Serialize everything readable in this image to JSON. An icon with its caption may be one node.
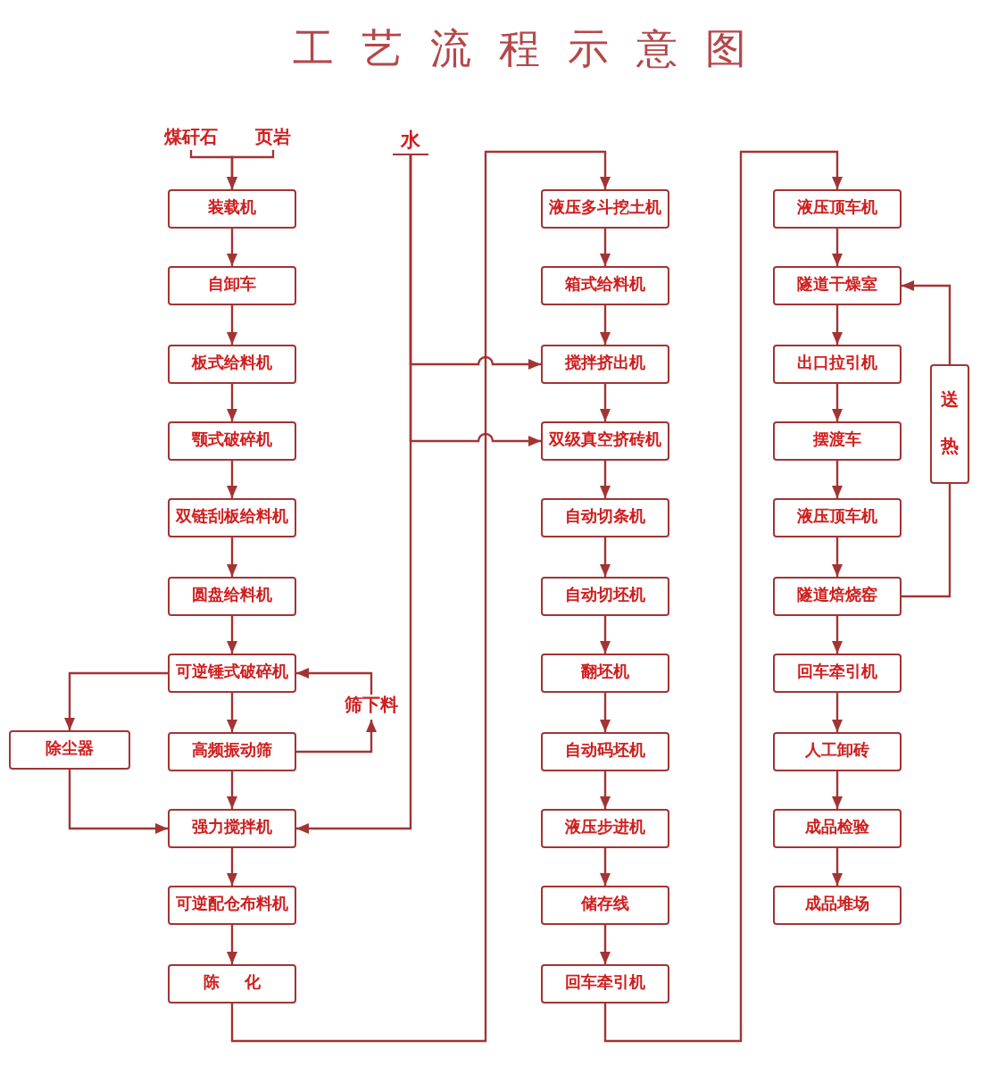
{
  "diagram": {
    "title": "工艺流程示意图",
    "nodes": [
      {
        "text": [
          "煤矸石"
        ]
      },
      {
        "text": [
          "页岩"
        ]
      },
      {
        "text": [
          "水"
        ]
      },
      {
        "text": [
          "装载机"
        ]
      },
      {
        "text": [
          "自卸车"
        ]
      },
      {
        "text": [
          "板式给料机"
        ]
      },
      {
        "text": [
          "颚式破碎机"
        ]
      },
      {
        "text": [
          "双链刮板给料机"
        ]
      },
      {
        "text": [
          "圆盘给料机"
        ]
      },
      {
        "text": [
          "可逆锤式破碎机"
        ]
      },
      {
        "text": [
          "高频振动筛"
        ]
      },
      {
        "text": [
          "强力搅拌机"
        ]
      },
      {
        "text": [
          "可逆配仓布料机"
        ]
      },
      {
        "text": [
          "陈化"
        ]
      },
      {
        "text": [
          "除尘器"
        ]
      },
      {
        "text": [
          "筛下料"
        ]
      },
      {
        "text": [
          "液压多斗挖土机"
        ]
      },
      {
        "text": [
          "箱式给料机"
        ]
      },
      {
        "text": [
          "搅拌挤出机"
        ]
      },
      {
        "text": [
          "双级真空挤砖机"
        ]
      },
      {
        "text": [
          "自动切条机"
        ]
      },
      {
        "text": [
          "自动切坯机"
        ]
      },
      {
        "text": [
          "翻坯机"
        ]
      },
      {
        "text": [
          "自动码坯机"
        ]
      },
      {
        "text": [
          "液压步进机"
        ]
      },
      {
        "text": [
          "储存线"
        ]
      },
      {
        "text": [
          "回车牵引机"
        ]
      },
      {
        "text": [
          "液压顶车机"
        ]
      },
      {
        "text": [
          "隧道干燥室"
        ]
      },
      {
        "text": [
          "出口拉引机"
        ]
      },
      {
        "text": [
          "摆渡车"
        ]
      },
      {
        "text": [
          "液压顶车机"
        ]
      },
      {
        "text": [
          "隧道焙烧窑"
        ]
      },
      {
        "text": [
          "回车牵引机"
        ]
      },
      {
        "text": [
          "人工卸砖"
        ]
      },
      {
        "text": [
          "成品检验"
        ]
      },
      {
        "text": [
          "成品堆场"
        ]
      },
      {
        "text": [
          "送热"
        ]
      }
    ],
    "edges": [
      {
        "from": 0,
        "to": 3,
        "arrow": "to"
      },
      {
        "from": 1,
        "to": 3,
        "arrow": "to"
      },
      {
        "from": 3,
        "to": 4,
        "arrow": "to"
      },
      {
        "from": 4,
        "to": 5,
        "arrow": "to"
      },
      {
        "from": 5,
        "to": 6,
        "arrow": "to"
      },
      {
        "from": 6,
        "to": 7,
        "arrow": "to"
      },
      {
        "from": 7,
        "to": 8,
        "arrow": "to"
      },
      {
        "from": 8,
        "to": 9,
        "arrow": "to"
      },
      {
        "from": 9,
        "to": 10,
        "arrow": "to"
      },
      {
        "from": 10,
        "to": 11,
        "arrow": "to"
      },
      {
        "from": 11,
        "to": 12,
        "arrow": "to"
      },
      {
        "from": 12,
        "to": 13,
        "arrow": "to"
      },
      {
        "from": 9,
        "to": 14,
        "arrow": "to"
      },
      {
        "from": 14,
        "to": 11,
        "arrow": "to"
      },
      {
        "from": 10,
        "to": 15,
        "arrow": "to"
      },
      {
        "from": 15,
        "to": 9,
        "arrow": "to"
      },
      {
        "from": 2,
        "to": 18,
        "arrow": "to"
      },
      {
        "from": 2,
        "to": 19,
        "arrow": "to"
      },
      {
        "from": 2,
        "to": 11,
        "arrow": "to"
      },
      {
        "from": 13,
        "to": 16,
        "arrow": "to"
      },
      {
        "from": 16,
        "to": 17,
        "arrow": "to"
      },
      {
        "from": 17,
        "to": 18,
        "arrow": "to"
      },
      {
        "from": 18,
        "to": 19,
        "arrow": "to"
      },
      {
        "from": 19,
        "to": 20,
        "arrow": "to"
      },
      {
        "from": 20,
        "to": 21,
        "arrow": "to"
      },
      {
        "from": 21,
        "to": 22,
        "arrow": "to"
      },
      {
        "from": 22,
        "to": 23,
        "arrow": "to"
      },
      {
        "from": 23,
        "to": 24,
        "arrow": "to"
      },
      {
        "from": 24,
        "to": 25,
        "arrow": "to"
      },
      {
        "from": 25,
        "to": 26,
        "arrow": "to"
      },
      {
        "from": 26,
        "to": 27,
        "arrow": "to"
      },
      {
        "from": 27,
        "to": 28,
        "arrow": "to"
      },
      {
        "from": 28,
        "to": 29,
        "arrow": "to"
      },
      {
        "from": 29,
        "to": 30,
        "arrow": "to"
      },
      {
        "from": 30,
        "to": 31,
        "arrow": "to"
      },
      {
        "from": 31,
        "to": 32,
        "arrow": "to"
      },
      {
        "from": 32,
        "to": 33,
        "arrow": "to"
      },
      {
        "from": 33,
        "to": 34,
        "arrow": "to"
      },
      {
        "from": 34,
        "to": 35,
        "arrow": "to"
      },
      {
        "from": 35,
        "to": 36,
        "arrow": "to"
      },
      {
        "from": 32,
        "to": 37,
        "arrow": "none"
      },
      {
        "from": 37,
        "to": 28,
        "arrow": "to"
      }
    ]
  }
}
